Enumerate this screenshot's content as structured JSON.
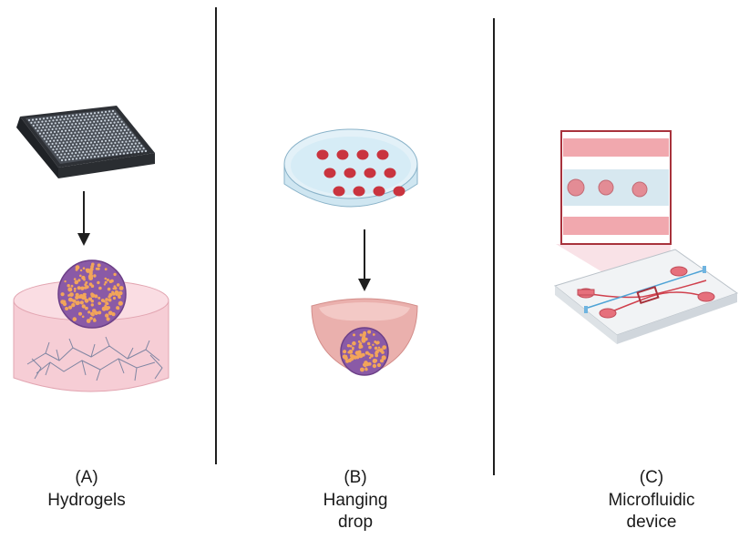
{
  "panels": [
    {
      "id": "A",
      "letter": "(A)",
      "name": "Hydrogels"
    },
    {
      "id": "B",
      "letter": "(B)",
      "name": "Hanging\ndrop"
    },
    {
      "id": "C",
      "letter": "(C)",
      "name": "Microfluidic\ndevice"
    }
  ],
  "colors": {
    "divider": "#1f1f1f",
    "plate_dark": "#3b3f45",
    "hydrogel_pink": "#f4c6cf",
    "spheroid_purple": "#8a5aa6",
    "spheroid_orange": "#f2a55a",
    "dish_blue": "#cfe6f1",
    "drop_red": "#c9343f",
    "drop_pink": "#eab0ad",
    "channel_red": "#e56d7a",
    "chip_grey": "#eef0f2",
    "zoom_border": "#a8323c"
  },
  "icons": [
    "well-plate-icon",
    "arrow-down-icon",
    "spheroid-icon",
    "hydrogel-scaffold-icon",
    "petri-dish-icon",
    "hanging-drop-icon",
    "zoom-inset-icon",
    "microfluidic-chip-icon"
  ]
}
